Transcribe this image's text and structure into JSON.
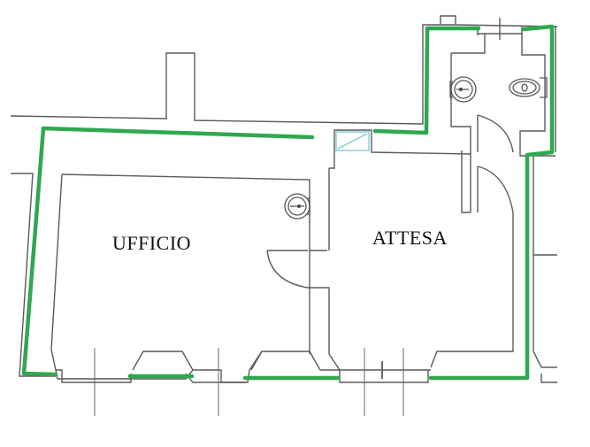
{
  "plan": {
    "rooms": [
      {
        "id": "ufficio",
        "label": "UFFICIO"
      },
      {
        "id": "attesa",
        "label": "ATTESA"
      }
    ],
    "fixtures": [
      {
        "type": "sink",
        "room": "ufficio"
      },
      {
        "type": "sink",
        "room": "bagno"
      },
      {
        "type": "toilet",
        "room": "bagno"
      },
      {
        "type": "window-glass-panel",
        "room": "attesa"
      }
    ],
    "colors": {
      "perimeter": "#2fa84f",
      "walls": "#555555",
      "glass": "#8fd3dc",
      "background": "#ffffff",
      "text": "#111111"
    }
  }
}
